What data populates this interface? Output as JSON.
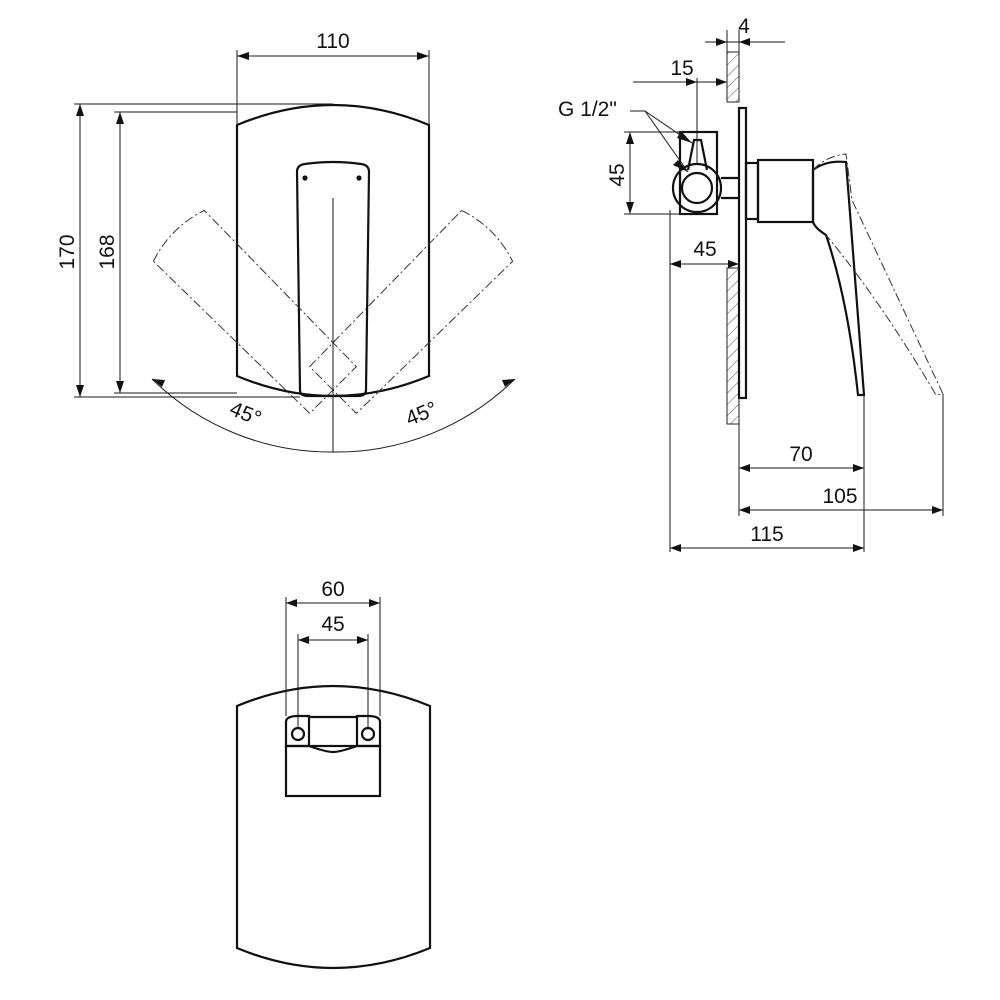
{
  "dimensions": {
    "front_width": "110",
    "front_height_outer": "170",
    "front_height_inner": "168",
    "angle_left": "45°",
    "angle_right": "45°",
    "wall_thickness": "4",
    "inlet_offset": "15",
    "thread": "G 1/2\"",
    "inlet_height": "45",
    "body_depth": "45",
    "lever_reach": "70",
    "lever_reach_max": "105",
    "total_depth": "115",
    "mount_width_outer": "60",
    "mount_width_inner": "45"
  }
}
